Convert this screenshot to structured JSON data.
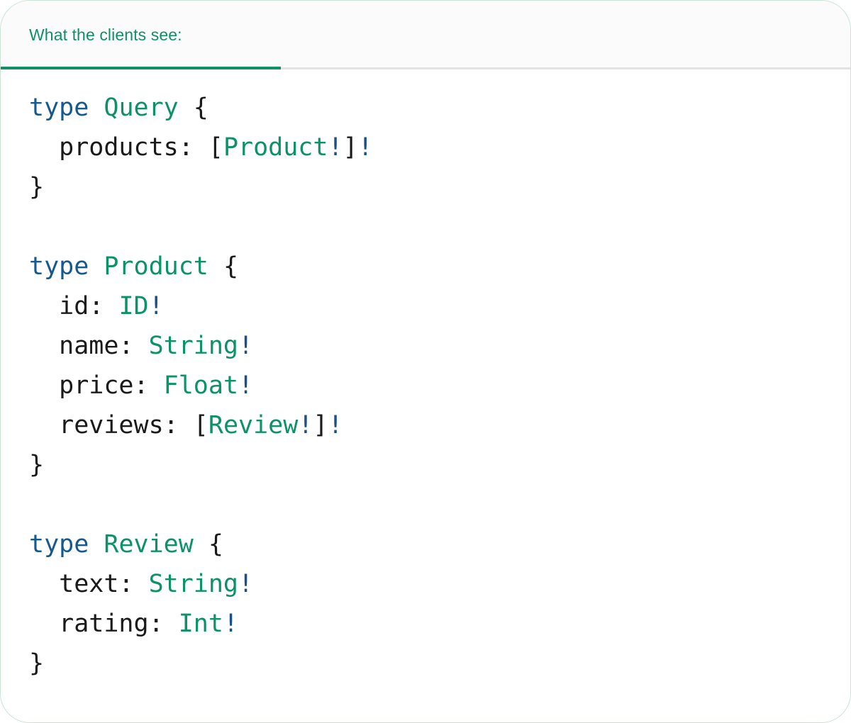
{
  "card": {
    "accent_green": "#0f9068",
    "border_color": "#c9e3d4",
    "header_bg": "#fbfbfb",
    "body_bg": "#ffffff"
  },
  "header": {
    "tab_label": "What the clients see:",
    "tab_active": true
  },
  "code": {
    "language": "graphql",
    "colors": {
      "keyword": "#15598f",
      "type_name": "#0d9268",
      "non_null_bang": "#1a4f8a",
      "plain": "#1a1a1a"
    },
    "lines": [
      {
        "id": "l1",
        "tokens": [
          {
            "t": "type",
            "c": "kw"
          },
          {
            "t": " ",
            "c": "plain"
          },
          {
            "t": "Query",
            "c": "type"
          },
          {
            "t": " {",
            "c": "plain"
          }
        ]
      },
      {
        "id": "l2",
        "tokens": [
          {
            "t": "  products: [",
            "c": "plain"
          },
          {
            "t": "Product",
            "c": "type"
          },
          {
            "t": "!",
            "c": "bang"
          },
          {
            "t": "]",
            "c": "plain"
          },
          {
            "t": "!",
            "c": "bang"
          }
        ]
      },
      {
        "id": "l3",
        "tokens": [
          {
            "t": "}",
            "c": "plain"
          }
        ]
      },
      {
        "id": "l4",
        "tokens": []
      },
      {
        "id": "l5",
        "tokens": [
          {
            "t": "type",
            "c": "kw"
          },
          {
            "t": " ",
            "c": "plain"
          },
          {
            "t": "Product",
            "c": "type"
          },
          {
            "t": " {",
            "c": "plain"
          }
        ]
      },
      {
        "id": "l6",
        "tokens": [
          {
            "t": "  id: ",
            "c": "plain"
          },
          {
            "t": "ID",
            "c": "type"
          },
          {
            "t": "!",
            "c": "bang"
          }
        ]
      },
      {
        "id": "l7",
        "tokens": [
          {
            "t": "  name: ",
            "c": "plain"
          },
          {
            "t": "String",
            "c": "type"
          },
          {
            "t": "!",
            "c": "bang"
          }
        ]
      },
      {
        "id": "l8",
        "tokens": [
          {
            "t": "  price: ",
            "c": "plain"
          },
          {
            "t": "Float",
            "c": "type"
          },
          {
            "t": "!",
            "c": "bang"
          }
        ]
      },
      {
        "id": "l9",
        "tokens": [
          {
            "t": "  reviews: [",
            "c": "plain"
          },
          {
            "t": "Review",
            "c": "type"
          },
          {
            "t": "!",
            "c": "bang"
          },
          {
            "t": "]",
            "c": "plain"
          },
          {
            "t": "!",
            "c": "bang"
          }
        ]
      },
      {
        "id": "l10",
        "tokens": [
          {
            "t": "}",
            "c": "plain"
          }
        ]
      },
      {
        "id": "l11",
        "tokens": []
      },
      {
        "id": "l12",
        "tokens": [
          {
            "t": "type",
            "c": "kw"
          },
          {
            "t": " ",
            "c": "plain"
          },
          {
            "t": "Review",
            "c": "type"
          },
          {
            "t": " {",
            "c": "plain"
          }
        ]
      },
      {
        "id": "l13",
        "tokens": [
          {
            "t": "  text: ",
            "c": "plain"
          },
          {
            "t": "String",
            "c": "type"
          },
          {
            "t": "!",
            "c": "bang"
          }
        ]
      },
      {
        "id": "l14",
        "tokens": [
          {
            "t": "  rating: ",
            "c": "plain"
          },
          {
            "t": "Int",
            "c": "type"
          },
          {
            "t": "!",
            "c": "bang"
          }
        ]
      },
      {
        "id": "l15",
        "tokens": [
          {
            "t": "}",
            "c": "plain"
          }
        ]
      }
    ],
    "plain_text": "type Query {\n  products: [Product!]!\n}\n\ntype Product {\n  id: ID!\n  name: String!\n  price: Float!\n  reviews: [Review!]!\n}\n\ntype Review {\n  text: String!\n  rating: Int!\n}"
  }
}
